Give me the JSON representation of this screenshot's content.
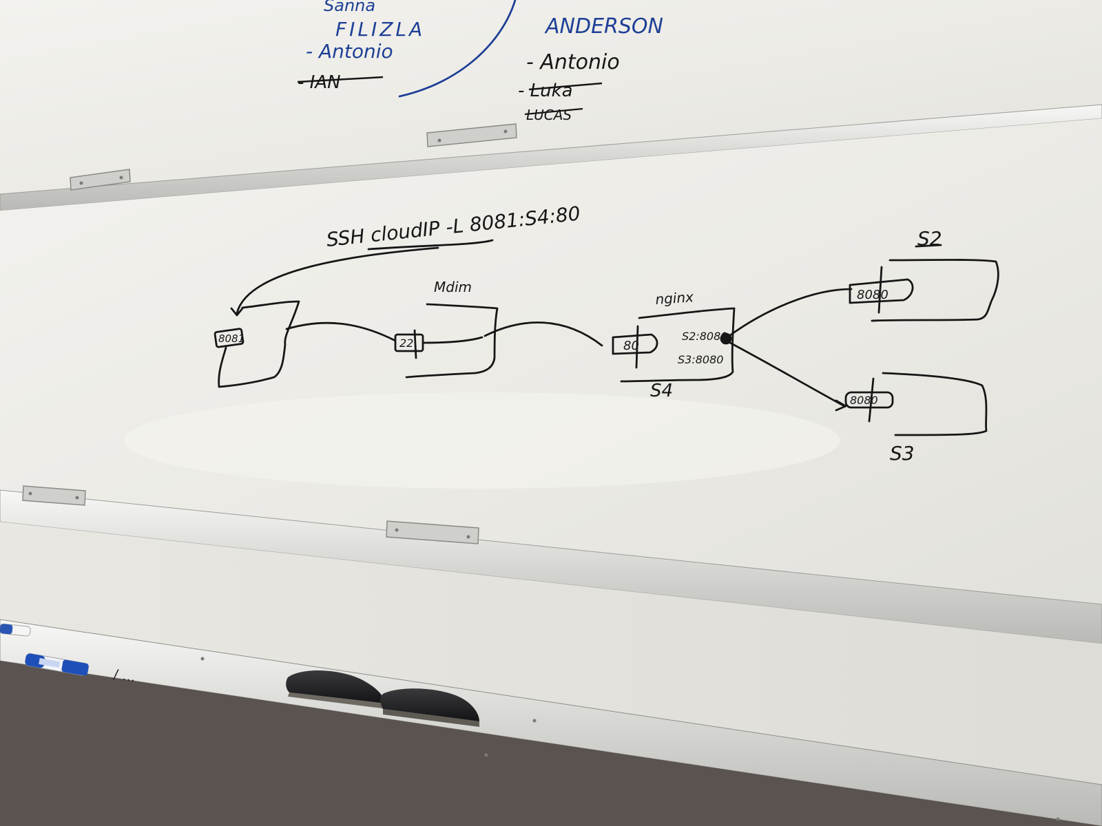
{
  "upper_board": {
    "column_left": {
      "partial_top": "Sanna",
      "heading": "FILIZLA",
      "names": [
        "- Antonio",
        "- IAN"
      ]
    },
    "column_right": {
      "heading": "ANDERSON",
      "names": [
        "- Antonio",
        "- Luka",
        "LUCAS"
      ]
    }
  },
  "diagram": {
    "command": "SSH cloudIP -L 8081:S4:80",
    "laptop_port": "8081",
    "middle_label": "Mdim",
    "middle_port": "22",
    "s4_header": "nginx",
    "s4_port": "80",
    "s4_route_s2": "S2:8080",
    "s4_route_s3": "S3:8080",
    "s4_label": "S4",
    "s2_label": "S2",
    "s2_port": "8080",
    "s3_label": "S3",
    "s3_port": "8080"
  },
  "tray_marks": "/ ...",
  "colors": {
    "ink_black": "#161616",
    "ink_blue": "#1d3f95",
    "board": "#ecebe6",
    "rail": "#d9d9d6",
    "wall": "#5b5350"
  }
}
